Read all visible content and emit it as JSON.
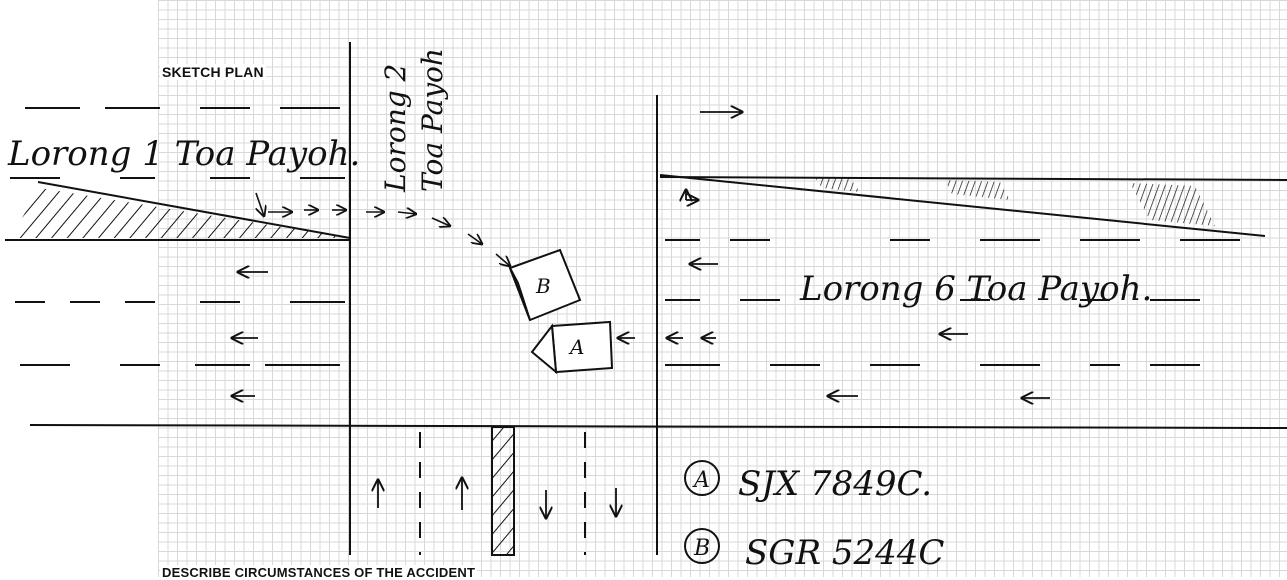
{
  "header": {
    "title": "SKETCH PLAN"
  },
  "footer": {
    "label": "DESCRIBE CIRCUMSTANCES OF THE ACCIDENT"
  },
  "roads": {
    "left": "Lorong 1 Toa Payoh.",
    "top_line1": "Lorong 2",
    "top_line2": "Toa Payoh",
    "right": "Lorong 6 Toa Payoh."
  },
  "vehicles": {
    "a_marker": "A",
    "b_marker": "B",
    "a_plate": "SJX 7849C.",
    "b_plate": "SGR 5244C"
  }
}
